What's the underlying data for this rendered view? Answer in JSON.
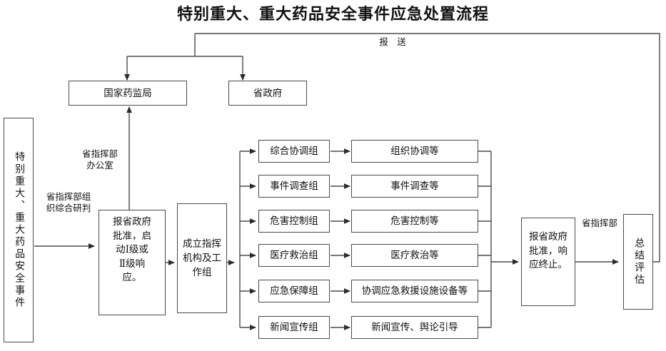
{
  "title": "特别重大、重大药品安全事件应急处置流程",
  "labels": {
    "report_submit": "报　送",
    "prov_hq_office": "省指挥部\n办公室",
    "prov_hq_research": "省指挥部组\n织综合研判",
    "prov_hq": "省指挥部"
  },
  "nodes": {
    "incident": "特别重大、重大药品安全事件",
    "nmpa": "国家药监局",
    "prov_gov": "省政府",
    "approve_start": [
      "报省政府",
      "批准，启",
      "动Ⅰ级或",
      "Ⅱ级响",
      "应。"
    ],
    "setup_org": "成立指挥机构及工作组",
    "approve_end": [
      "报省政府",
      "批准，响",
      "应终止。"
    ],
    "summary": "总结评估"
  },
  "groups": [
    {
      "name": "综合协调组",
      "duty": "组织协调等"
    },
    {
      "name": "事件调查组",
      "duty": "事件调查等"
    },
    {
      "name": "危害控制组",
      "duty": "危害控制等"
    },
    {
      "name": "医疗救治组",
      "duty": "医疗救治等"
    },
    {
      "name": "应急保障组",
      "duty": "协调应急救援设施设备等"
    },
    {
      "name": "新闻宣传组",
      "duty": "新闻宣传、舆论引导"
    }
  ],
  "colors": {
    "line": "#4a4a4a",
    "box_border": "#4a4a4a",
    "text": "#111111",
    "background": "#ffffff"
  }
}
